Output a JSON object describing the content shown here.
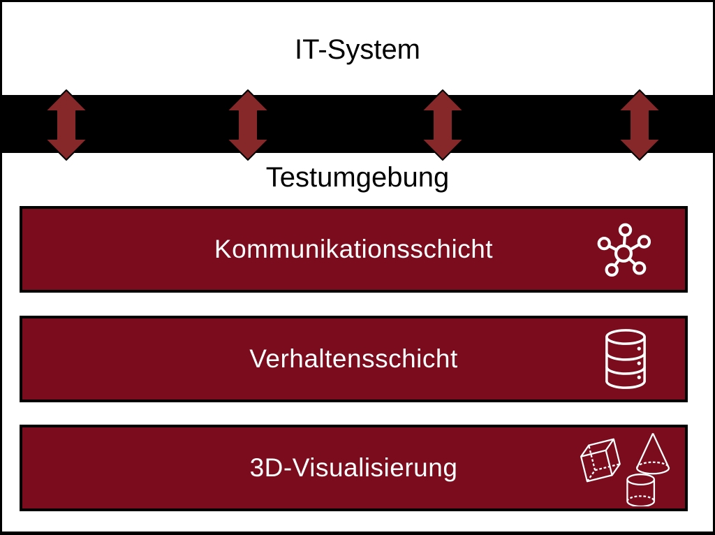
{
  "headings": {
    "top": "IT-System",
    "bottom": "Testumgebung"
  },
  "layers": [
    {
      "label": "Kommunikationsschicht",
      "icon": "network-hub-icon"
    },
    {
      "label": "Verhaltensschicht",
      "icon": "database-icon"
    },
    {
      "label": "3D-Visualisierung",
      "icon": "3d-shapes-icon"
    }
  ],
  "connections": {
    "arrow_count": 4,
    "style": "double-headed-vertical"
  },
  "colors": {
    "layer_fill": "#7A0C1E",
    "arrow_fill": "#862729",
    "band_fill": "#000000",
    "frame_border": "#000000",
    "layer_text": "#FFFFFF",
    "heading_text": "#000000",
    "icon_stroke": "#FFFFFF"
  }
}
